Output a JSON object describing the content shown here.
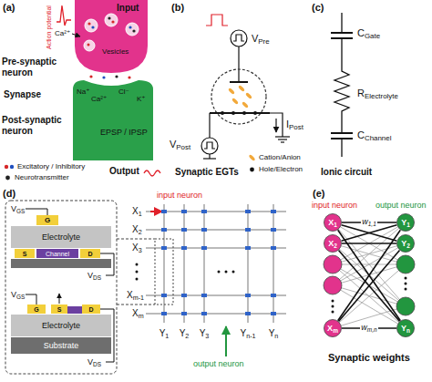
{
  "diagram": {
    "nodes": [
      {
        "text": [
          "G"
        ]
      },
      {
        "text": [
          "Electrolyte"
        ]
      },
      {
        "text": [
          "S"
        ]
      },
      {
        "text": [
          "Channel"
        ]
      },
      {
        "text": [
          "D"
        ]
      },
      {
        "text": [
          "G"
        ]
      },
      {
        "text": [
          "S"
        ]
      },
      {
        "text": [
          "D"
        ]
      },
      {
        "text": [
          "Electrolyte"
        ]
      },
      {
        "text": [
          "Substrate"
        ]
      },
      {
        "text": [
          "X1"
        ]
      },
      {
        "text": [
          "X2"
        ]
      },
      {
        "text": [
          "Xm"
        ]
      },
      {
        "text": [
          "Y1"
        ]
      },
      {
        "text": [
          "Y2"
        ]
      },
      {
        "text": [
          "Yn"
        ]
      }
    ],
    "edges": [
      {
        "from": 10,
        "to": 13,
        "arrow": "none",
        "label": "w1,1"
      },
      {
        "from": 10,
        "to": 14,
        "arrow": "none"
      },
      {
        "from": 10,
        "to": 15,
        "arrow": "none"
      },
      {
        "from": 11,
        "to": 13,
        "arrow": "none"
      },
      {
        "from": 11,
        "to": 14,
        "arrow": "none"
      },
      {
        "from": 11,
        "to": 15,
        "arrow": "none"
      },
      {
        "from": 12,
        "to": 13,
        "arrow": "none"
      },
      {
        "from": 12,
        "to": 14,
        "arrow": "none"
      },
      {
        "from": 12,
        "to": 15,
        "arrow": "none",
        "label": "wm,n"
      }
    ],
    "labels": [
      "(a)",
      "Input",
      "Action potential",
      "Ca²⁺",
      "Pre-synaptic neuron",
      "Vesicles",
      "Synapse",
      "Na⁺",
      "Ca²⁺",
      "Cl⁻",
      "K⁺",
      "Post-synaptic neuron",
      "EPSP / IPSP",
      "Output",
      "(b)",
      "VPre",
      "VPost",
      "IPost",
      "Synaptic EGTs",
      "(c)",
      "CGate",
      "RElectrolyte",
      "CChannel",
      "Ionic circuit",
      "(d)",
      "VGS",
      "VDS",
      "VGS",
      "VDS",
      "input neuron",
      "X1",
      "X2",
      "X3",
      "Xm-1",
      "Xm",
      "Y1",
      "Y2",
      "Y3",
      "Yn-1",
      "Yn",
      "output neuron",
      "(e)",
      "input neuron",
      "output neuron",
      "Synaptic weights"
    ],
    "legend": [
      {
        "text": "Excitatory / Inhibitory"
      },
      {
        "text": "Neurotransmitter",
        "color": "#222222"
      },
      {
        "text": "Cation/Anion",
        "color": "#f2a93b"
      },
      {
        "text": "Hole/Electron",
        "color": "#111111"
      }
    ]
  }
}
